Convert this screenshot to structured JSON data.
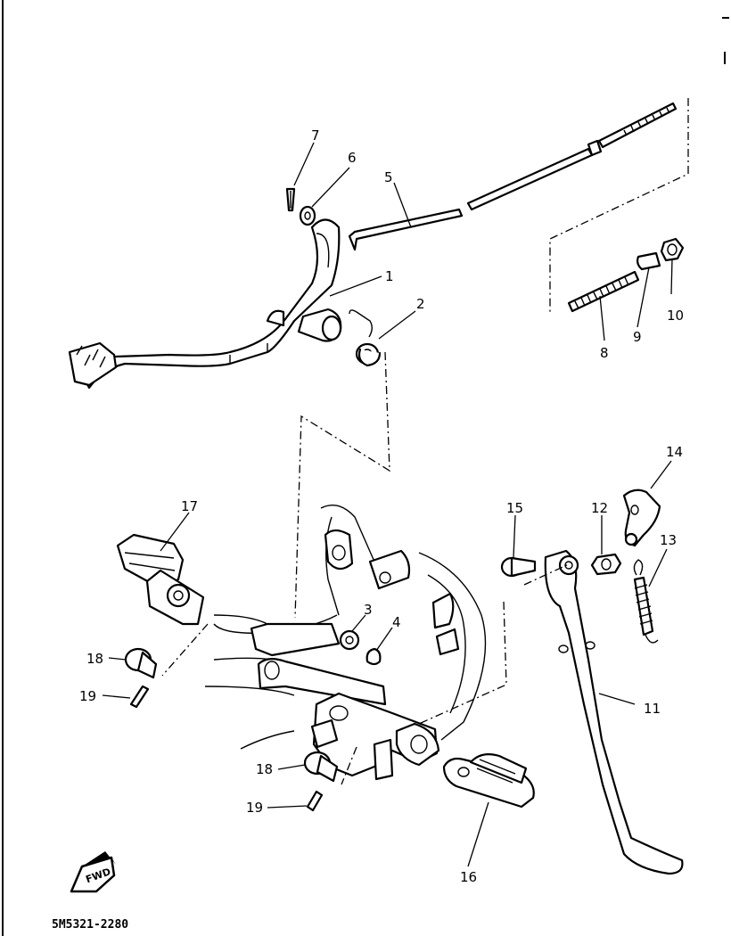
{
  "drawing_code": "5M5321-2280",
  "fwd_label": "FWD",
  "callouts": {
    "c1": "1",
    "c2": "2",
    "c3": "3",
    "c4": "4",
    "c5": "5",
    "c6": "6",
    "c7": "7",
    "c8": "8",
    "c9": "9",
    "c10": "10",
    "c11": "11",
    "c12": "12",
    "c13": "13",
    "c14": "14",
    "c15": "15",
    "c16": "16",
    "c17": "17",
    "c18a": "18",
    "c18b": "18",
    "c19a": "19",
    "c19b": "19"
  }
}
